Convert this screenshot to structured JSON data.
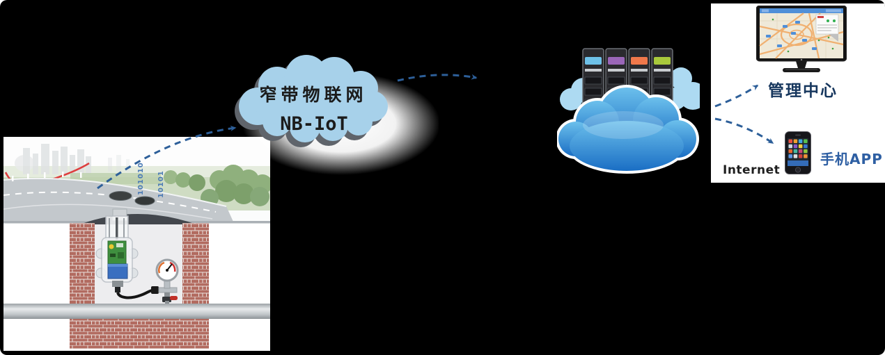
{
  "diagram": {
    "nbiot_cloud": {
      "line1": "窄带物联网",
      "line2": "NB-IoT",
      "fill": "#a7d1ea",
      "shadow": "#5f646b",
      "text_color": "#1b1b1b"
    },
    "site": {
      "binary_stream_1": "101010",
      "binary_stream_2": "10101",
      "binary_color": "#4a7ab5"
    },
    "server_cloud": {
      "bar_colors": [
        "#6ec1e8",
        "#9a66b8",
        "#f0784b",
        "#a9c93c"
      ],
      "front_top": "#6cc0ec",
      "front_bottom": "#1a6ec4",
      "back_fill": "#addaf2"
    },
    "panel": {
      "management_label": "管理中心",
      "management_color": "#17375e",
      "app_label": "手机APP",
      "app_color": "#2e5fa3",
      "internet_label": "Internet",
      "internet_color": "#1f1f1f",
      "background": "#ffffff"
    },
    "arrows": {
      "color": "#2d5f99"
    }
  }
}
